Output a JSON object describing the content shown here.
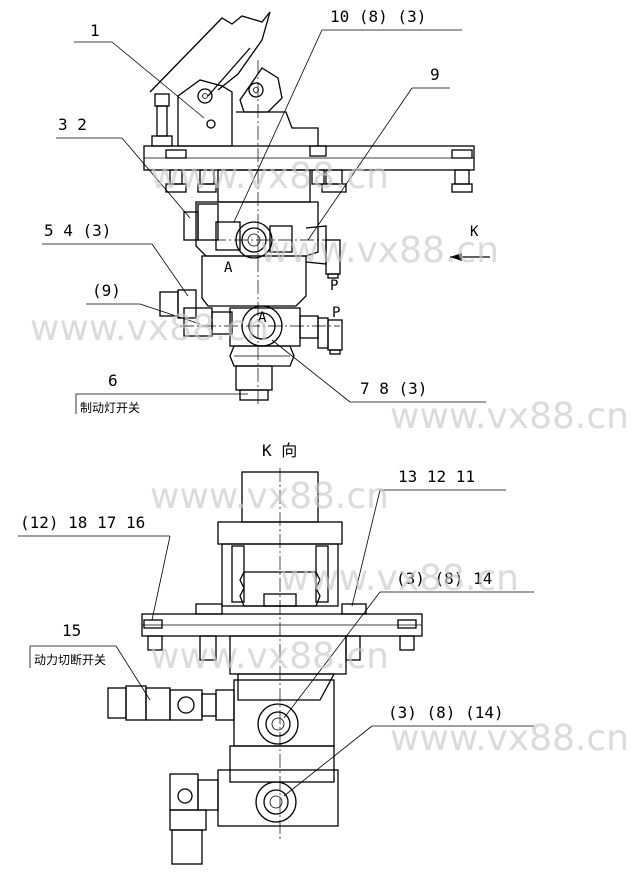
{
  "top_view": {
    "callouts": [
      {
        "id": "c1",
        "text": "1"
      },
      {
        "id": "c10",
        "text": "10 (8) (3)"
      },
      {
        "id": "c9",
        "text": "9"
      },
      {
        "id": "c32",
        "text": "3 2"
      },
      {
        "id": "c54",
        "text": "5 4 (3)"
      },
      {
        "id": "c9b",
        "text": "(9)"
      },
      {
        "id": "c6",
        "text": "6"
      },
      {
        "id": "c78",
        "text": "7 8 (3)"
      }
    ],
    "label_6": "制动灯开关",
    "port_a1": "A",
    "port_a2": "A",
    "port_p1": "P",
    "port_p2": "P",
    "arrow_k": "K"
  },
  "k_view": {
    "title": "K 向",
    "callouts": [
      {
        "id": "c131211",
        "text": "13 12 11"
      },
      {
        "id": "c12181716",
        "text": "(12) 18 17 16"
      },
      {
        "id": "c3814a",
        "text": "(3) (8) 14"
      },
      {
        "id": "c15",
        "text": "15"
      },
      {
        "id": "c3814b",
        "text": "(3) (8) (14)"
      }
    ],
    "label_15": "动力切断开关"
  },
  "watermark": "www.vx88.cn"
}
